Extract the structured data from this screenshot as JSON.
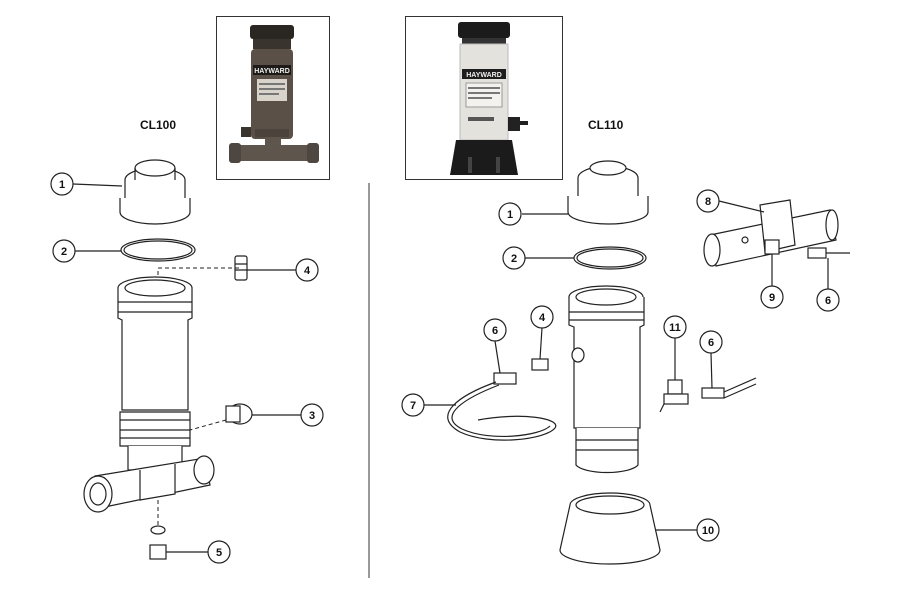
{
  "models": [
    {
      "label": "CL100"
    },
    {
      "label": "CL110"
    }
  ],
  "photos": [
    {
      "brand": "HAYWARD"
    },
    {
      "brand": "HAYWARD"
    }
  ],
  "callouts_left": [
    "1",
    "2",
    "4",
    "3",
    "5"
  ],
  "callouts_right": [
    "1",
    "2",
    "8",
    "9",
    "6",
    "6",
    "4",
    "11",
    "6",
    "7",
    "10"
  ],
  "colors": {
    "line": "#222222",
    "photo_dark_body": "#5a5048",
    "photo_light_body": "#e4e2dc",
    "photo_black": "#1b1b1b"
  }
}
